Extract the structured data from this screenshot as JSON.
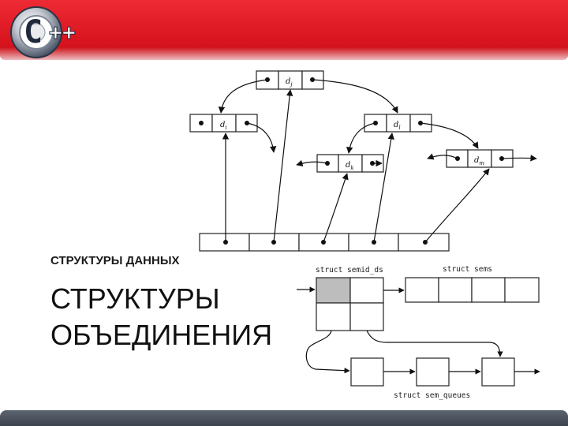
{
  "slide": {
    "subtitle": "СТРУКТУРЫ ДАННЫХ",
    "title_lines": [
      "СТРУКТУРЫ",
      "ОБЪЕДИНЕНИЯ"
    ]
  },
  "logo": {
    "letter": "C",
    "plus": "++"
  },
  "tree_diagram": {
    "nodes": [
      {
        "label": "d",
        "sub": "j"
      },
      {
        "label": "d",
        "sub": "i"
      },
      {
        "label": "d",
        "sub": "l"
      },
      {
        "label": "d",
        "sub": "k"
      },
      {
        "label": "d",
        "sub": "m"
      }
    ]
  },
  "semaphore_diagram": {
    "semid_ds_label": "struct semid_ds",
    "sems_label": "struct sems",
    "sem_queues_label": "struct sem_queues"
  },
  "colors": {
    "header_red": "#d8141f",
    "footer_gray": "#4a515b",
    "shaded_cell": "#bdbdbd"
  }
}
